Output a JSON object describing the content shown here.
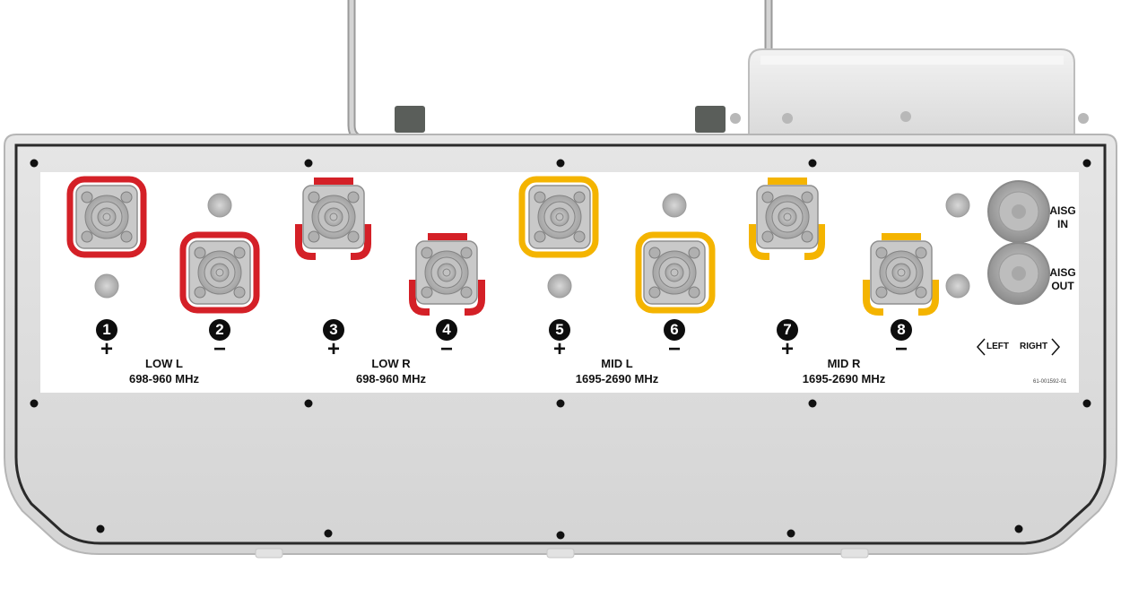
{
  "bands": [
    {
      "name": "LOW L",
      "freq": "698-960 MHz",
      "color": "#d42027"
    },
    {
      "name": "LOW R",
      "freq": "698-960 MHz",
      "color": "#d42027"
    },
    {
      "name": "MID L",
      "freq": "1695-2690 MHz",
      "color": "#f4b400"
    },
    {
      "name": "MID R",
      "freq": "1695-2690 MHz",
      "color": "#f4b400"
    }
  ],
  "ports": [
    {
      "number": "1",
      "polarity": "+"
    },
    {
      "number": "2",
      "polarity": "−"
    },
    {
      "number": "3",
      "polarity": "+"
    },
    {
      "number": "4",
      "polarity": "−"
    },
    {
      "number": "5",
      "polarity": "+"
    },
    {
      "number": "6",
      "polarity": "−"
    },
    {
      "number": "7",
      "polarity": "+"
    },
    {
      "number": "8",
      "polarity": "−"
    }
  ],
  "aisg": {
    "in_line1": "AISG",
    "in_line2": "IN",
    "out_line1": "AISG",
    "out_line2": "OUT"
  },
  "direction": {
    "left": "LEFT",
    "right": "RIGHT"
  },
  "part_number": "61-001592-01",
  "colors": {
    "low_band": "#d42027",
    "mid_band": "#f4b400",
    "panel": "#dcdcdc",
    "label_plate": "#ffffff"
  }
}
